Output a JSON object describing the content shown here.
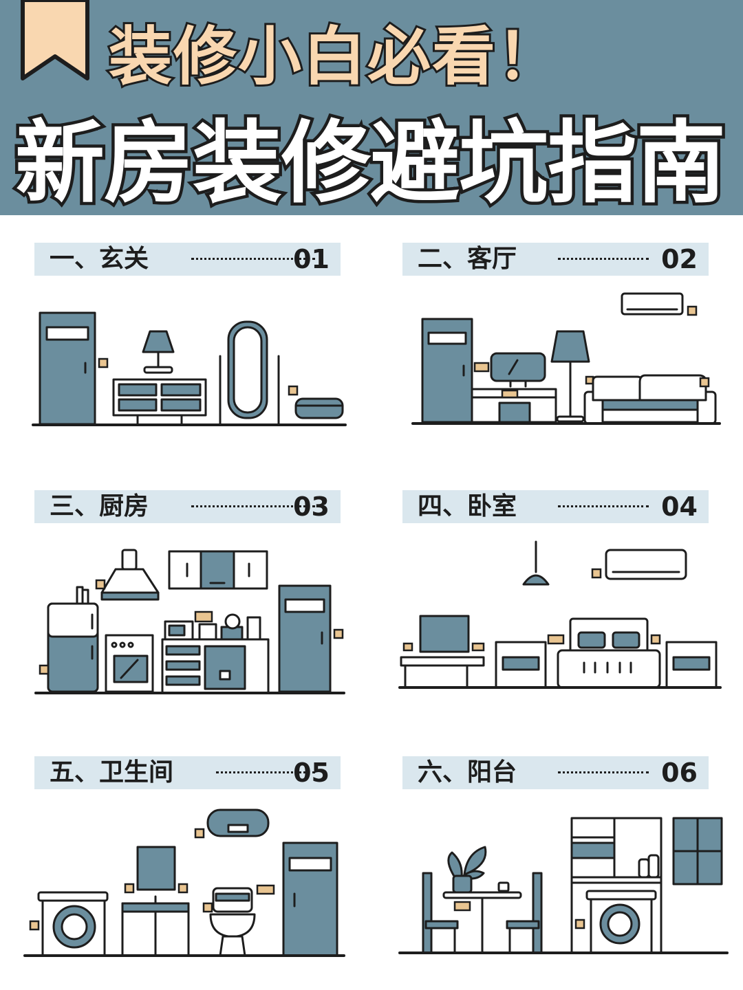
{
  "header": {
    "title_line1": "装修小白必看！",
    "title_line2": "新房装修避坑指南",
    "background_color": "#6b8e9e",
    "title1_color": "#f9d7b0",
    "bookmark_icon": "bookmark-icon"
  },
  "sections": [
    {
      "label": "一、玄关",
      "number": "01"
    },
    {
      "label": "二、客厅",
      "number": "02"
    },
    {
      "label": "三、厨房",
      "number": "03"
    },
    {
      "label": "四、卧室",
      "number": "04"
    },
    {
      "label": "五、卫生间",
      "number": "05"
    },
    {
      "label": "六、阳台",
      "number": "06"
    }
  ],
  "colors": {
    "accent": "#6b8e9e",
    "tag": "#e9c591",
    "section_bar": "#dae7ee",
    "ink": "#1d1d1d"
  }
}
